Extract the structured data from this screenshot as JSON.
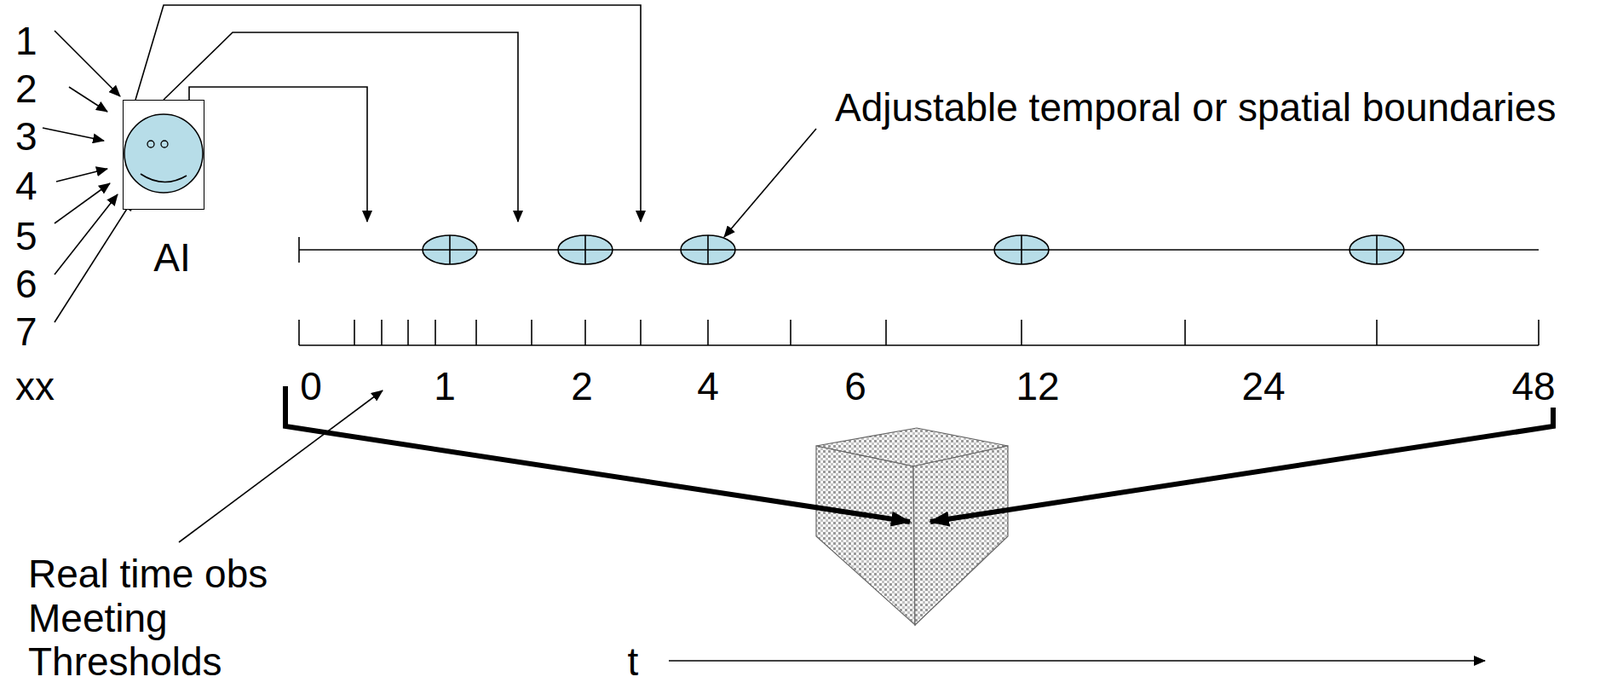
{
  "diagram": {
    "nodes": [
      {
        "text": [
          "AI"
        ]
      }
    ],
    "labels": [
      "1",
      "2",
      "3",
      "4",
      "5",
      "6",
      "7",
      "xx",
      "0",
      "1",
      "2",
      "4",
      "6",
      "12",
      "24",
      "48",
      "Adjustable temporal or spatial boundaries",
      "Real time obs Meeting Thresholds",
      "t"
    ]
  }
}
